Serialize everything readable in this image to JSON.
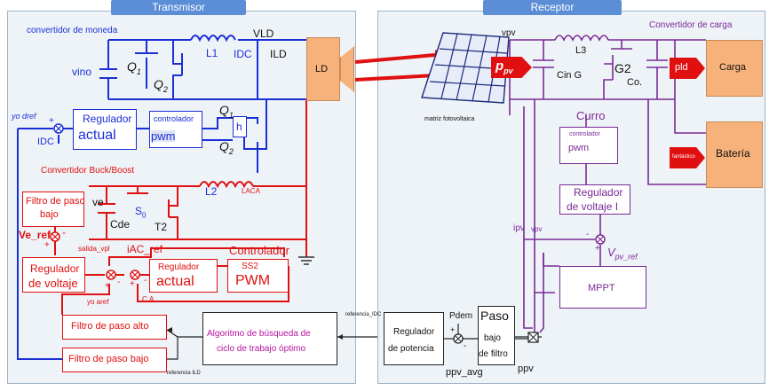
{
  "sections": {
    "tx_title": "Transmisor",
    "rx_title": "Receptor"
  },
  "tx": {
    "coin_converter": "convertidor de moneda",
    "vin": "vino",
    "q1": "Q",
    "q1_sub": "1",
    "q2": "Q",
    "q2_sub": "2",
    "l1": "L1",
    "idc": "IDC",
    "vld": "VLD",
    "ild": "ILD",
    "ld": "LD",
    "yo_dref": "yo dref",
    "idc_left": "IDC",
    "reg_title": "Regulador",
    "reg_sub": "actual",
    "ctrl_title": "controlador",
    "ctrl_sub": "pwm",
    "qa": "Q",
    "qa_sub": "1",
    "qb": "Q",
    "qb_sub": "2",
    "h": "h",
    "buck_title": "Convertidor Buck/Boost",
    "lpf1_a": "Filtro de paso",
    "lpf1_b": "bajo",
    "ve": "ve",
    "cde": "Cde",
    "s0": "S",
    "s0_sub": "0",
    "t2": "T2",
    "l2": "L2",
    "laca": "LACA",
    "ve_ref": "Ve_ref",
    "salida": "salida_vpl",
    "iac_ref": "iAC_ref",
    "ctrl_title2": "Controlador",
    "vreg_a": "Regulador",
    "vreg_b": "de voltaje",
    "areg_a": "Regulador",
    "areg_b": "actual",
    "ss2": "SS2",
    "pwm": "PWM",
    "ca": "C.A.",
    "yo_aref": "yo aref",
    "hpf": "Filtro de paso alto",
    "lpf2": "Filtro de paso bajo",
    "algo_a": "Algoritmo de búsqueda de",
    "algo_b": "ciclo de trabajo óptimo",
    "ref_ild": "referencia ILD",
    "ref_idc": "referencia_IDC",
    "plus": "+",
    "minus": "-"
  },
  "rx": {
    "vpv": "vpv",
    "pv_label": "matriz fotovoltaica",
    "ppv_main": "p",
    "ppv_sub": "pv",
    "l3": "L3",
    "cin": "Cin G",
    "g2": "G2",
    "co": "Co.",
    "load_conv": "Convertidor de carga",
    "pld": "pld",
    "carga": "Carga",
    "bateria": "Batería",
    "fantastico": "fantástico",
    "curro": "Curro",
    "ctrl_pwm_a": "controlador",
    "ctrl_pwm_b": "pwm",
    "vreg_a": "Regulador",
    "vreg_b": "de voltaje I",
    "ipv": "ipv",
    "vpv2": "vpv",
    "vpv_ref_main": "V",
    "vpv_ref_sub": "pv_ref",
    "mppt": "MPPT",
    "preg_a": "Regulador",
    "preg_b": "de potencia",
    "pdem": "Pdem",
    "lpf_a": "Paso",
    "lpf_b": "bajo",
    "lpf_c": "de filtro",
    "ppv_avg": "ppv_avg",
    "ppv": "ppv"
  },
  "colors": {
    "blue": "#1a2fd6",
    "red": "#e01010",
    "purple": "#7a2a96",
    "orange": "#f6b27a",
    "tab": "#5b8ed6"
  }
}
